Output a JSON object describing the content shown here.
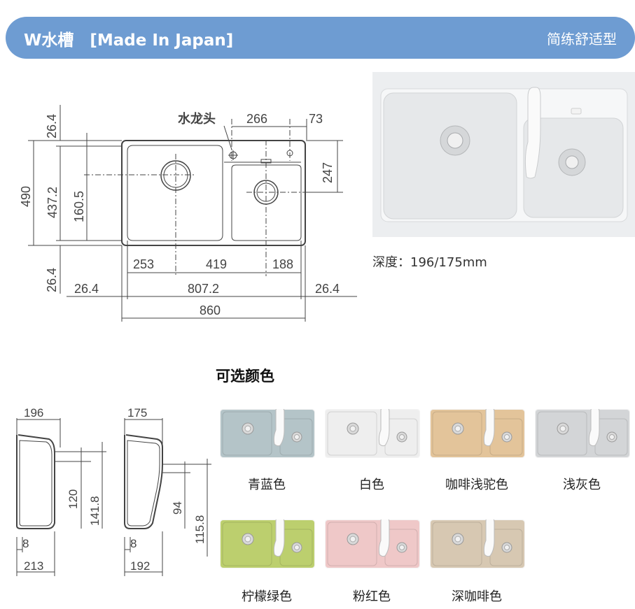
{
  "header": {
    "title": "W水槽　[Made In Japan]",
    "subtitle": "简练舒适型",
    "background": "#6e9cd2"
  },
  "plan_drawing": {
    "faucet_label": "水龙头",
    "dim_266": "266",
    "dim_73": "73",
    "dim_247": "247",
    "dim_26_4_top": "26.4",
    "dim_490": "490",
    "dim_437_2": "437.2",
    "dim_160_5": "160.5",
    "dim_26_4_bottom": "26.4",
    "dim_253": "253",
    "dim_419": "419",
    "dim_188": "188",
    "dim_26_4_left": "26.4",
    "dim_807_2": "807.2",
    "dim_26_4_right": "26.4",
    "dim_860": "860"
  },
  "photo": {
    "depth_text": "深度：196/175mm"
  },
  "section_drawings": {
    "left_top": "196",
    "left_120": "120",
    "left_141_8": "141.8",
    "left_8": "8",
    "left_213": "213",
    "right_top": "175",
    "right_94": "94",
    "right_115_8": "115.8",
    "right_8": "8",
    "right_192": "192"
  },
  "colors": {
    "title": "可选颜色",
    "items": [
      {
        "label": "青蓝色",
        "hex": "#b4c4c8"
      },
      {
        "label": "白色",
        "hex": "#eeeeee"
      },
      {
        "label": "咖啡浅驼色",
        "hex": "#e3c49a"
      },
      {
        "label": "浅灰色",
        "hex": "#d3d5d7"
      },
      {
        "label": "柠檬绿色",
        "hex": "#bccf6e"
      },
      {
        "label": "粉红色",
        "hex": "#efc8c8"
      },
      {
        "label": "深咖啡色",
        "hex": "#d7c8b2"
      }
    ]
  }
}
